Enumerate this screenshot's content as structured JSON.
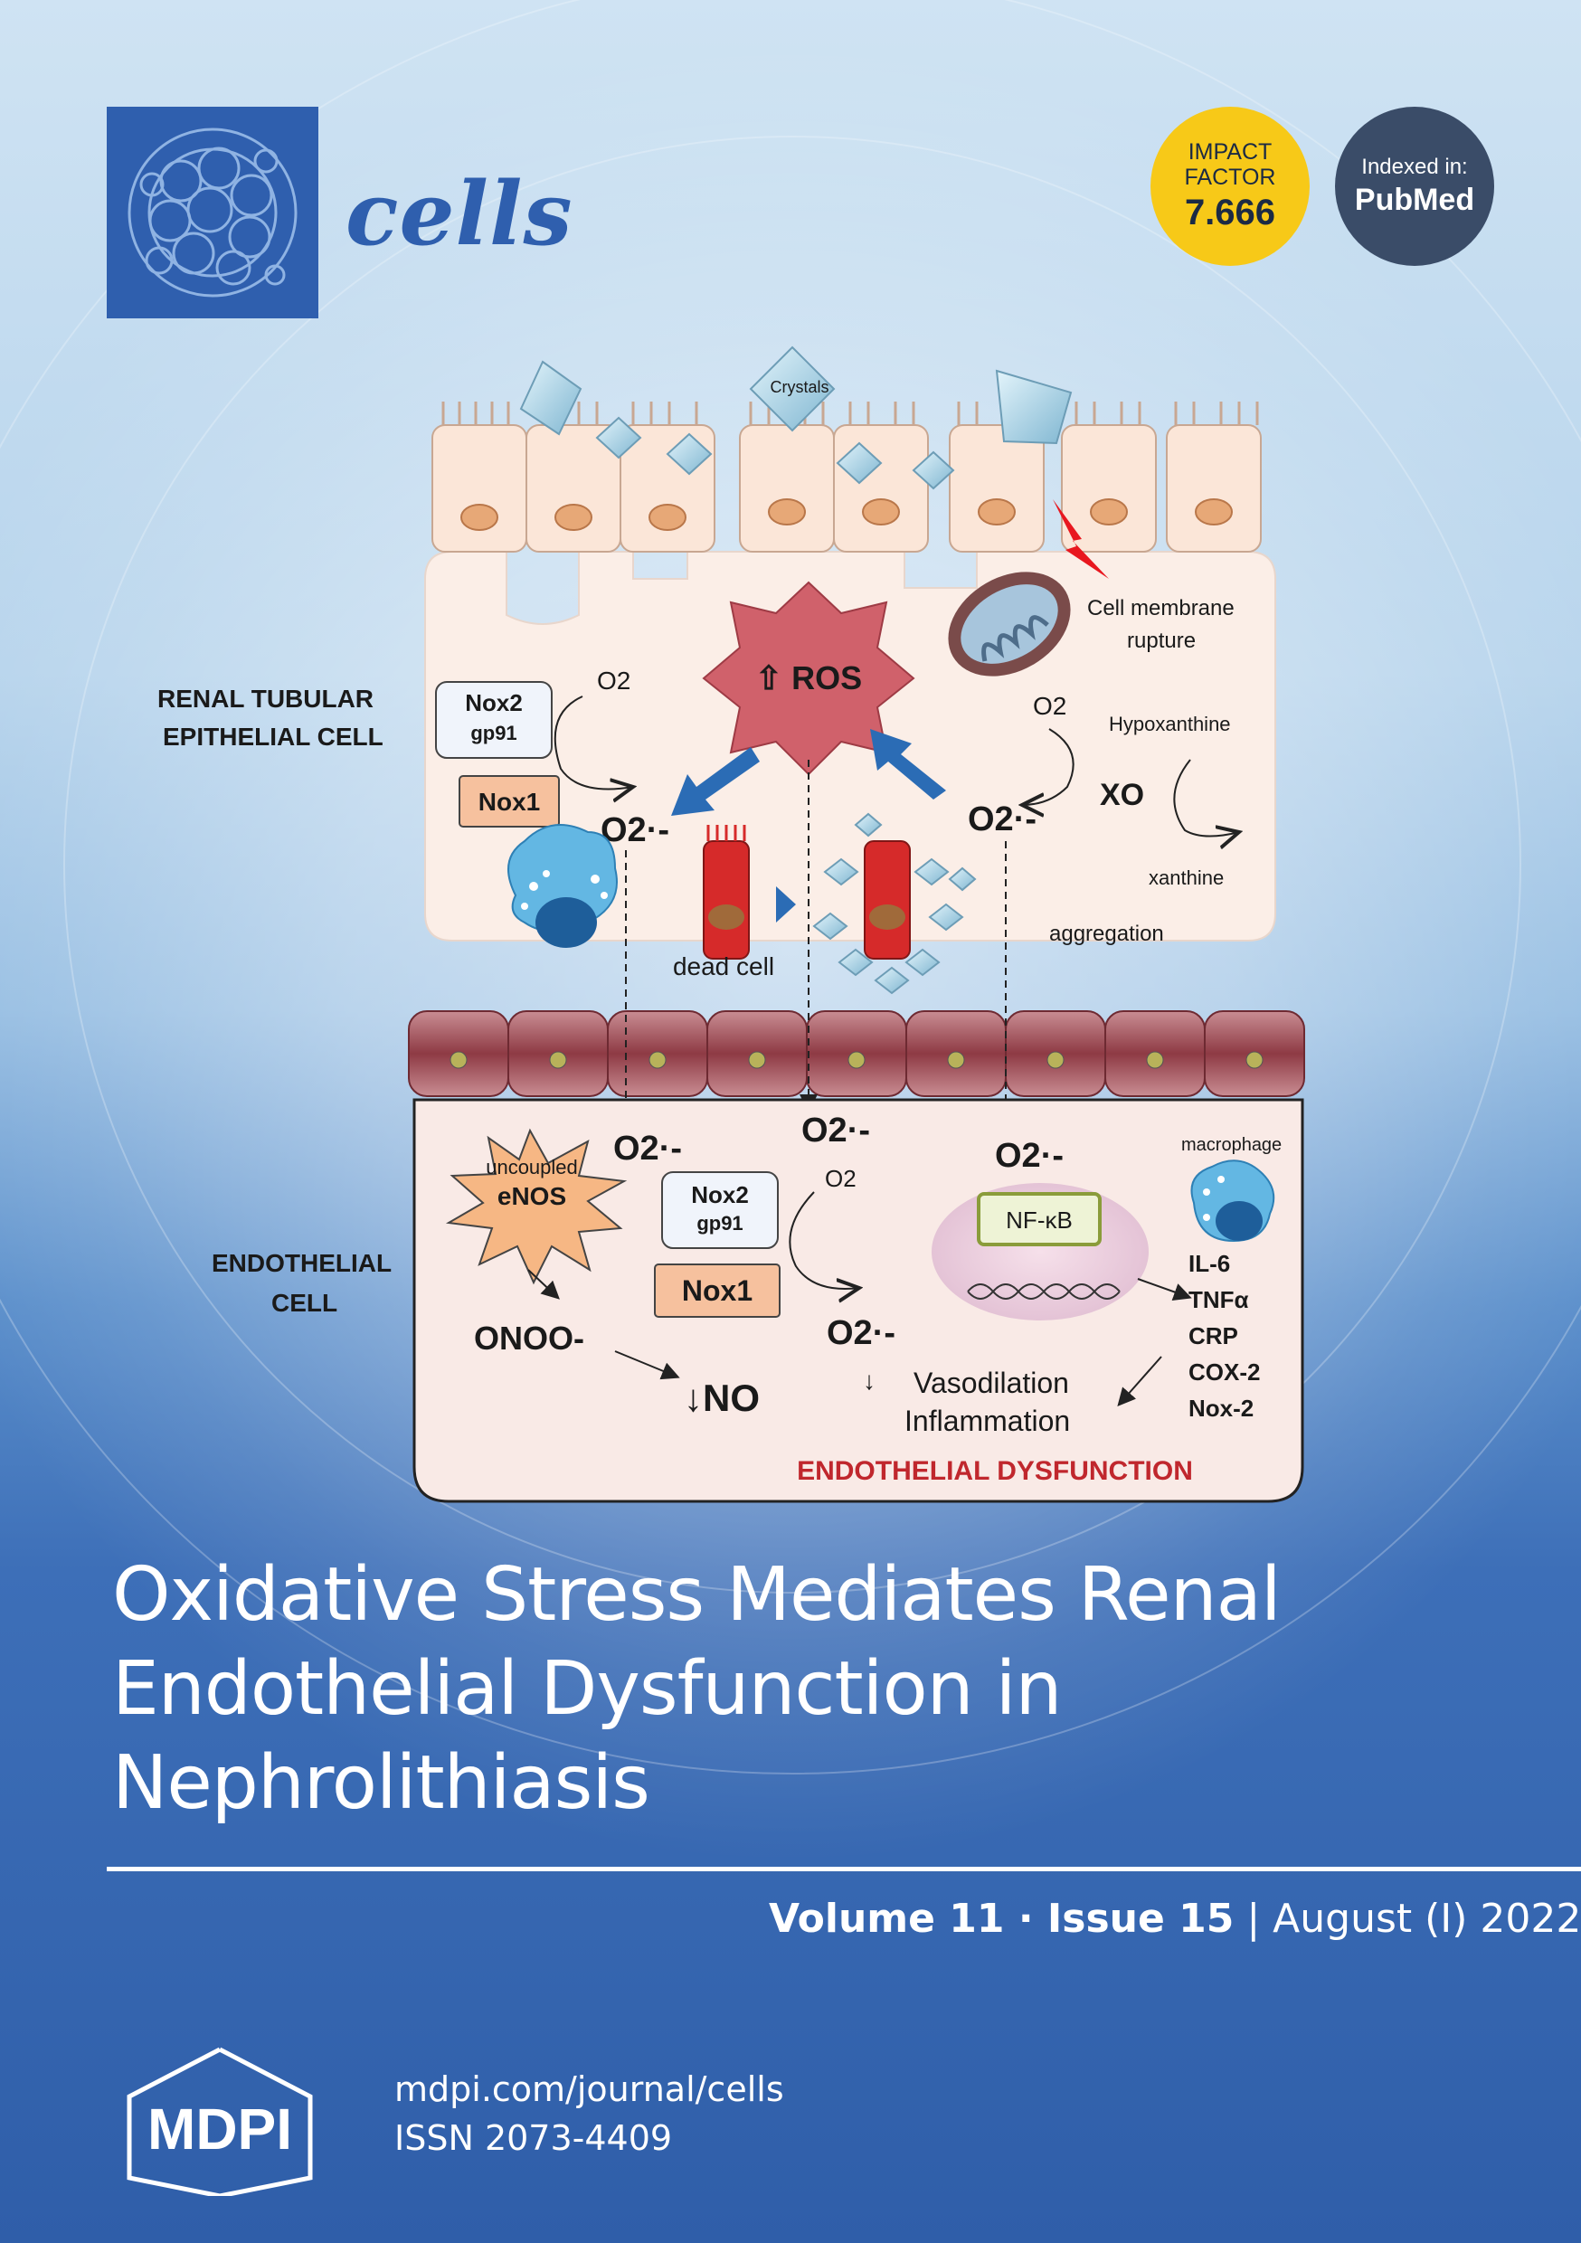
{
  "journal": {
    "name": "cells"
  },
  "badges": {
    "impact_line1": "IMPACT",
    "impact_line2": "FACTOR",
    "impact_value": "7.666",
    "indexed_label": "Indexed in:",
    "indexed_value": "PubMed"
  },
  "figure": {
    "crystals": "Crystals",
    "rupture_1": "Cell membrane",
    "rupture_2": "rupture",
    "ros": "⇧ ROS",
    "renal_1": "RENAL TUBULAR",
    "renal_2": "EPITHELIAL CELL",
    "nox2": "Nox2",
    "gp91": "gp91",
    "nox1": "Nox1",
    "o2": "O2",
    "superoxide": "O2·-",
    "hypoxanthine": "Hypoxanthine",
    "xo": "XO",
    "xanthine": "xanthine",
    "dead_cell": "dead cell",
    "aggregation": "aggregation",
    "endo_1": "ENDOTHELIAL",
    "endo_2": "CELL",
    "uncoupled": "uncoupled",
    "enos": "eNOS",
    "onoo": "ONOO-",
    "no": "↓NO",
    "nfkb": "NF-κB",
    "macrophage": "macrophage",
    "cytokines": [
      "IL-6",
      "TNFα",
      "CRP",
      "COX-2",
      "Nox-2"
    ],
    "vasodilation": "Vasodilation",
    "inflammation": "Inflammation",
    "down_arrow": "↓",
    "dysfunction": "ENDOTHELIAL DYSFUNCTION"
  },
  "title": {
    "line1": "Oxidative Stress Mediates Renal",
    "line2": "Endothelial Dysfunction in",
    "line3": "Nephrolithiasis"
  },
  "issue": {
    "volume": "Volume 11",
    "separator": " · ",
    "number": "Issue 15",
    "date": " | August (I) 2022"
  },
  "publisher": {
    "logo": "MDPI",
    "url": "mdpi.com/journal/cells",
    "issn": "ISSN 2073-4409"
  },
  "colors": {
    "brand_blue": "#2f5fae",
    "impact_yellow": "#f7c918",
    "pubmed_navy": "#3a4c68",
    "dysfunction_red": "#c0272d"
  }
}
